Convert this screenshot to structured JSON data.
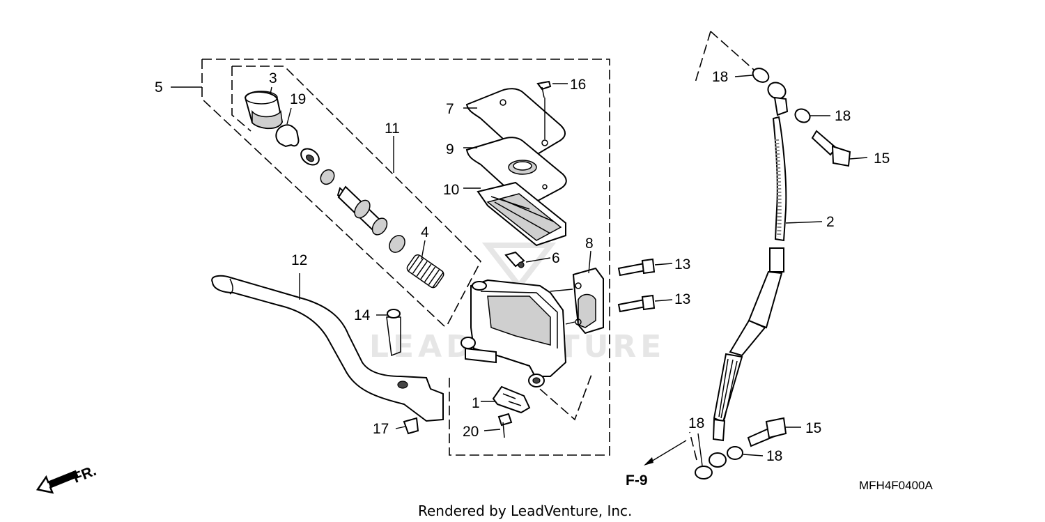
{
  "callouts": {
    "c1": "1",
    "c2": "2",
    "c3": "3",
    "c4": "4",
    "c5": "5",
    "c6": "6",
    "c7": "7",
    "c8": "8",
    "c9": "9",
    "c10": "10",
    "c11": "11",
    "c12": "12",
    "c13a": "13",
    "c13b": "13",
    "c14": "14",
    "c15a": "15",
    "c15b": "15",
    "c16": "16",
    "c17": "17",
    "c18a": "18",
    "c18b": "18",
    "c18c": "18",
    "c18d": "18",
    "c19": "19",
    "c20": "20"
  },
  "direction_label": "FR.",
  "reference_label": "F-9",
  "diagram_code": "MFH4F0400A",
  "footer": "Rendered by LeadVenture, Inc.",
  "watermark": "LEADVENTURE"
}
